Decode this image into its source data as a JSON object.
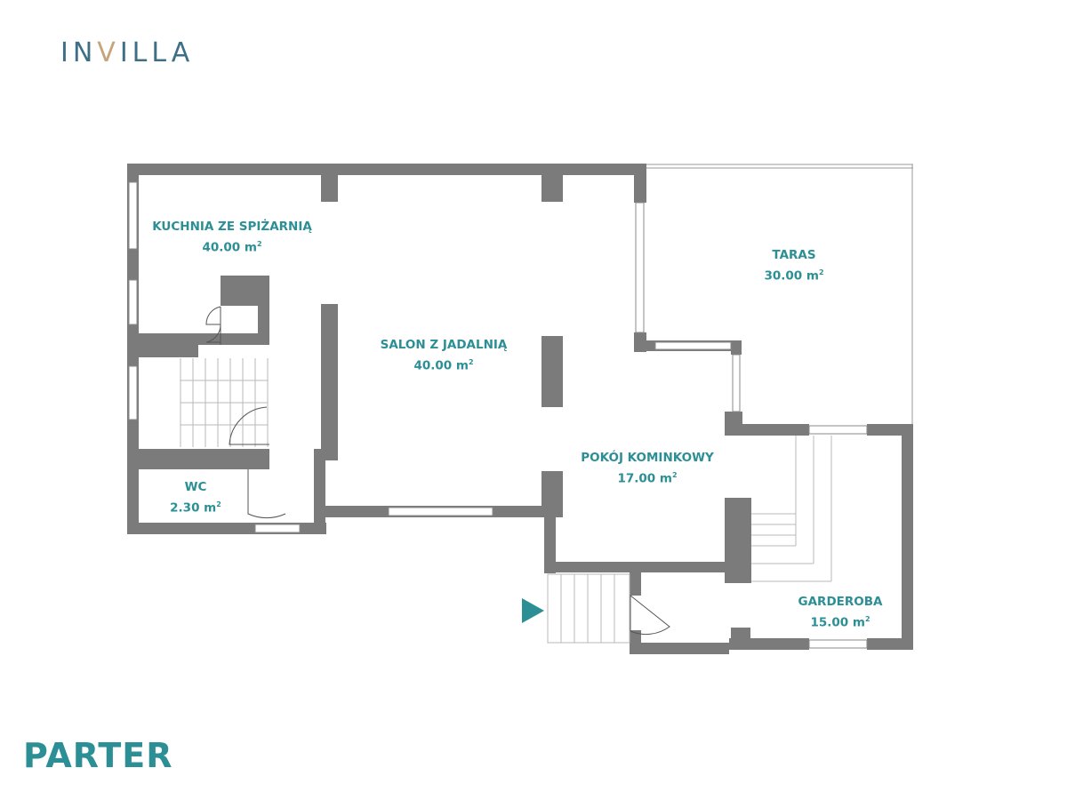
{
  "brand": {
    "logo_prefix": "IN",
    "logo_accent": "V",
    "logo_suffix": "ILLA"
  },
  "floor": {
    "title": "PARTER"
  },
  "area_unit": "m",
  "rooms": [
    {
      "name": "KUCHNIA ZE SPIŻARNIĄ",
      "area": "40.00"
    },
    {
      "name": "SALON Z JADALNIĄ",
      "area": "40.00"
    },
    {
      "name": "TARAS",
      "area": "30.00"
    },
    {
      "name": "WC",
      "area": "2.30"
    },
    {
      "name": "POKÓJ KOMINKOWY",
      "area": "17.00"
    },
    {
      "name": "GARDEROBA",
      "area": "15.00"
    }
  ],
  "colors": {
    "wall": "#7b7b7b",
    "label": "#2c8f95",
    "logo": "#3e6f86",
    "logo_accent": "#c6a47c",
    "entrance_marker": "#2c8f95"
  },
  "icons": {
    "entrance": "entrance-arrow-icon"
  }
}
